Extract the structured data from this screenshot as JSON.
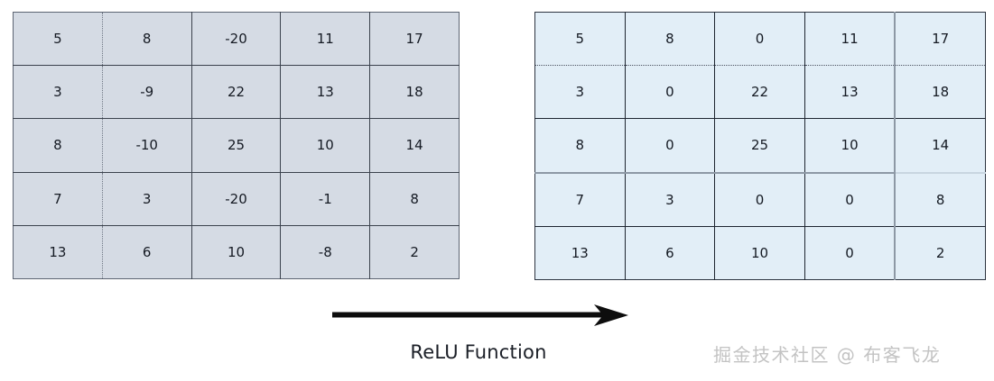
{
  "figure": {
    "caption": "ReLU Function",
    "arrow_icon": "right-arrow-icon",
    "watermark": "掘金技术社区 @ 布客飞龙",
    "colors": {
      "input_cell_fill": "#d5dbe4",
      "output_cell_fill": "#e2eef7",
      "grid_line": "#1e2530",
      "accent_rule": "#8d98a5",
      "text": "#151a23",
      "watermark_text": "#c3c3c3",
      "arrow": "#0d0d0d",
      "background": "#ffffff"
    }
  },
  "chart_data": {
    "type": "table",
    "title": "ReLU Function",
    "description": "Two 5x5 numeric matrices: the input matrix on the left and the output matrix on the right after applying the ReLU activation, which clamps all negative values to 0.",
    "tables": [
      {
        "name": "input-matrix",
        "rows": 5,
        "cols": 5,
        "values": [
          [
            5,
            8,
            -20,
            11,
            17
          ],
          [
            3,
            -9,
            22,
            13,
            18
          ],
          [
            8,
            -10,
            25,
            10,
            14
          ],
          [
            7,
            3,
            -20,
            -1,
            8
          ],
          [
            13,
            6,
            10,
            -8,
            2
          ]
        ]
      },
      {
        "name": "output-matrix",
        "rows": 5,
        "cols": 5,
        "values": [
          [
            5,
            8,
            0,
            11,
            17
          ],
          [
            3,
            0,
            22,
            13,
            18
          ],
          [
            8,
            0,
            25,
            10,
            14
          ],
          [
            7,
            3,
            0,
            0,
            8
          ],
          [
            13,
            6,
            10,
            0,
            2
          ]
        ]
      }
    ]
  }
}
